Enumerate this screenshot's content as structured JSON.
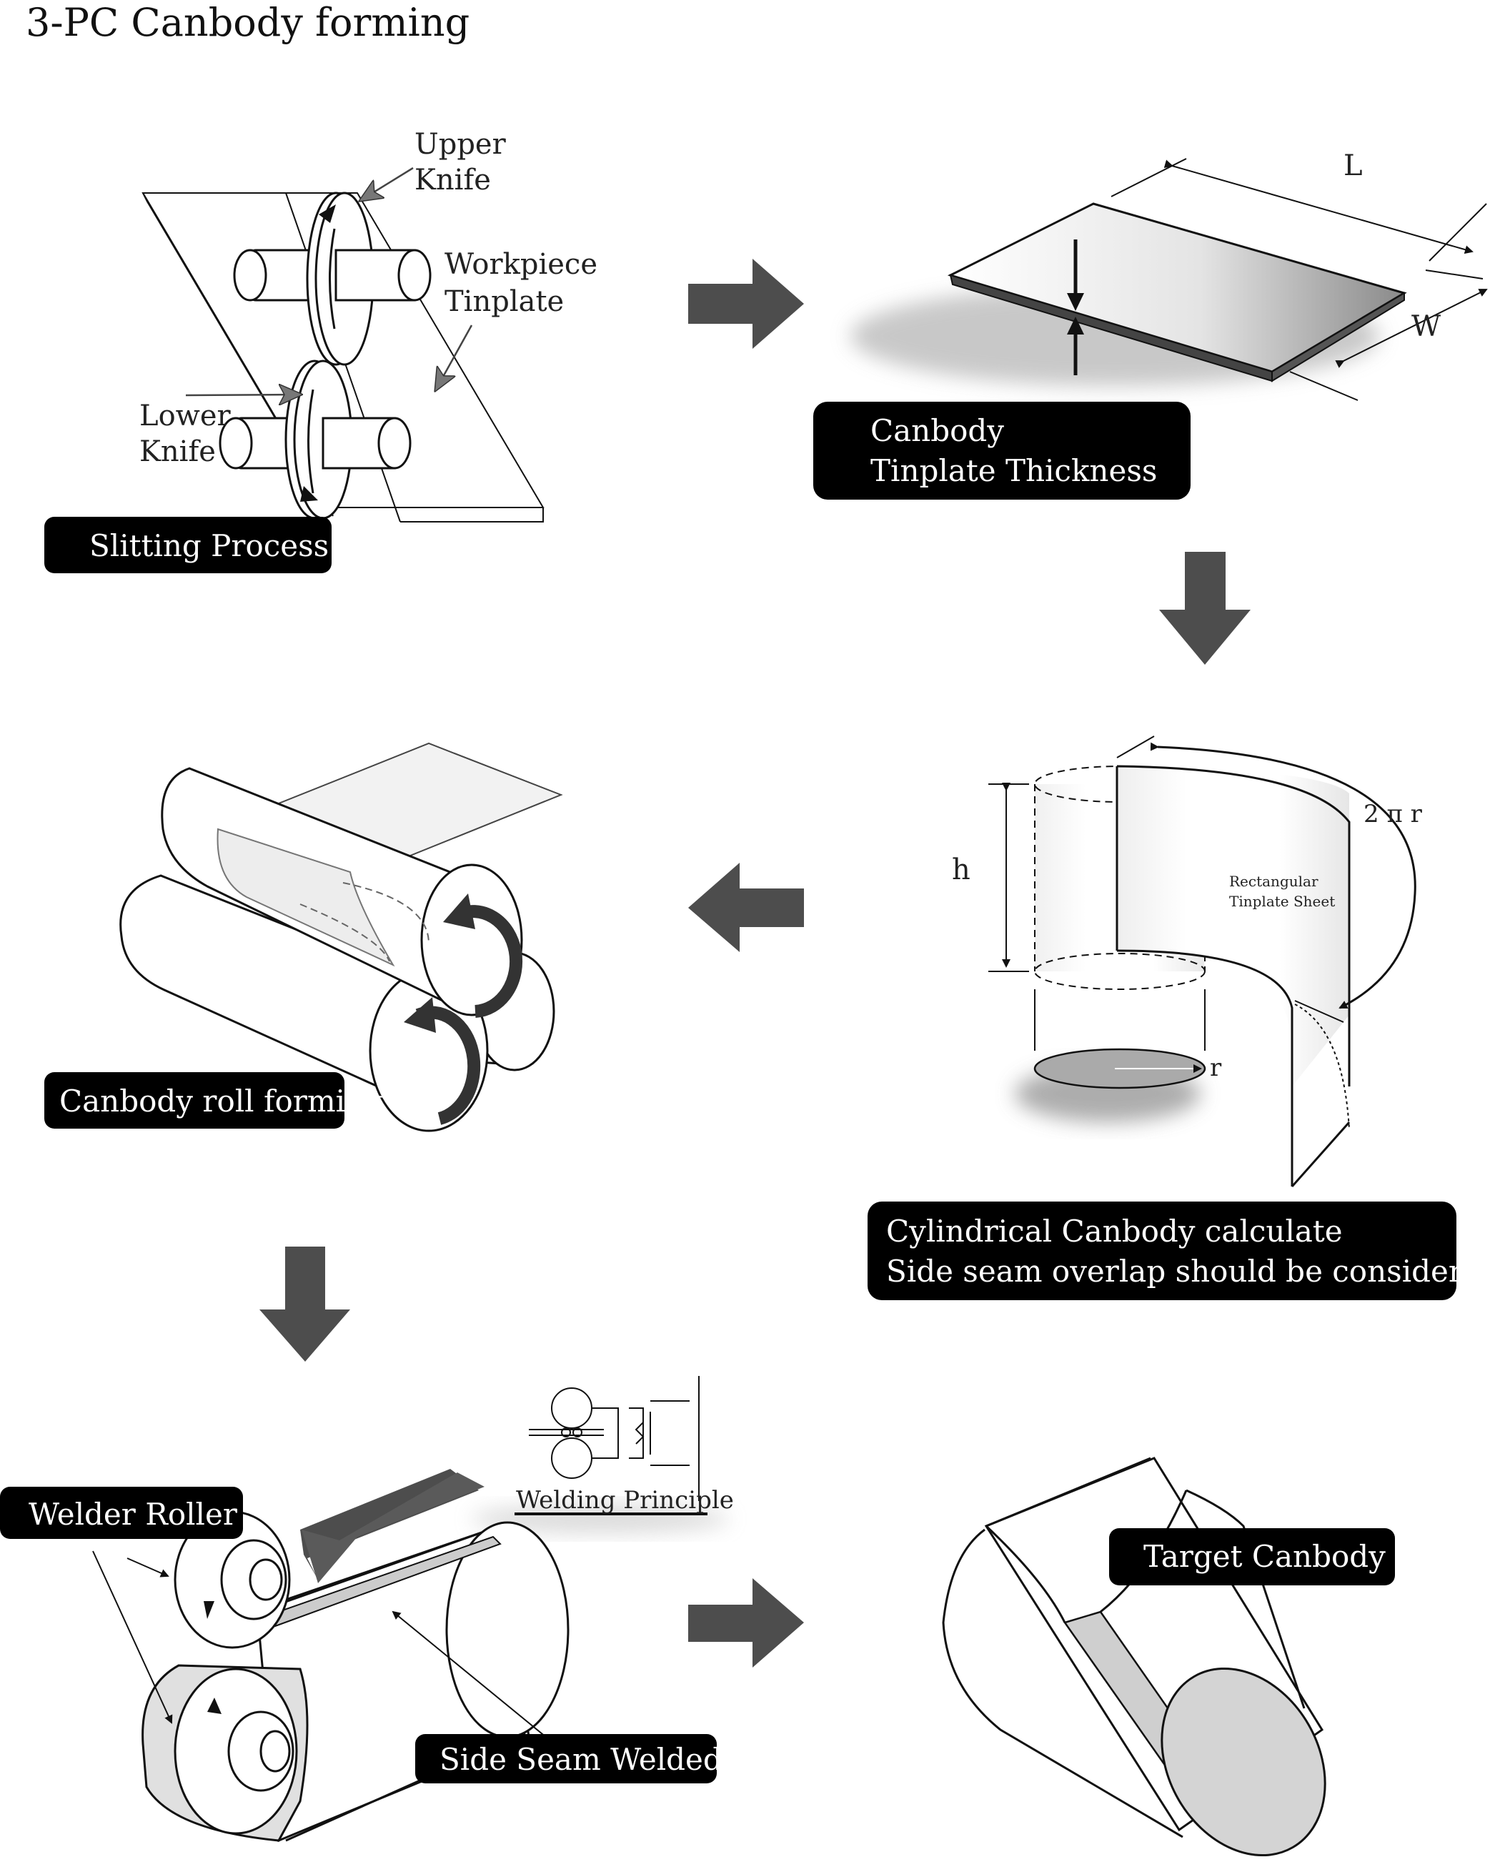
{
  "title": "3-PC Canbody forming",
  "slitting": {
    "upper_knife_line1": "Upper",
    "upper_knife_line2": "Knife",
    "workpiece_line1": "Workpiece",
    "workpiece_line2": "Tinplate",
    "lower_knife_line1": "Lower",
    "lower_knife_line2": "Knife",
    "caption": "Slitting Process"
  },
  "thickness": {
    "dim_length": "L",
    "dim_width": "W",
    "caption_line1": "Canbody",
    "caption_line2": "Tinplate Thickness"
  },
  "cylinder": {
    "dim_height": "h",
    "dim_circumference": "2 π r",
    "dim_radius": "r",
    "sheet_label_line1": "Rectangular",
    "sheet_label_line2": "Tinplate Sheet",
    "caption_line1": "Cylindrical Canbody calculate",
    "caption_line2": "Side seam overlap should be considerated"
  },
  "roll_forming": {
    "caption": "Canbody roll forming"
  },
  "welding": {
    "principle_label": "Welding Principle",
    "welder_roller_caption": "Welder Roller",
    "side_seam_caption": "Side Seam Welded"
  },
  "target": {
    "caption": "Target Canbody"
  },
  "colors": {
    "arrow": "#4d4d4d",
    "pill": "#000000",
    "pill_text": "#ffffff",
    "line": "#111111",
    "seam_gray": "#cfcfcf"
  }
}
